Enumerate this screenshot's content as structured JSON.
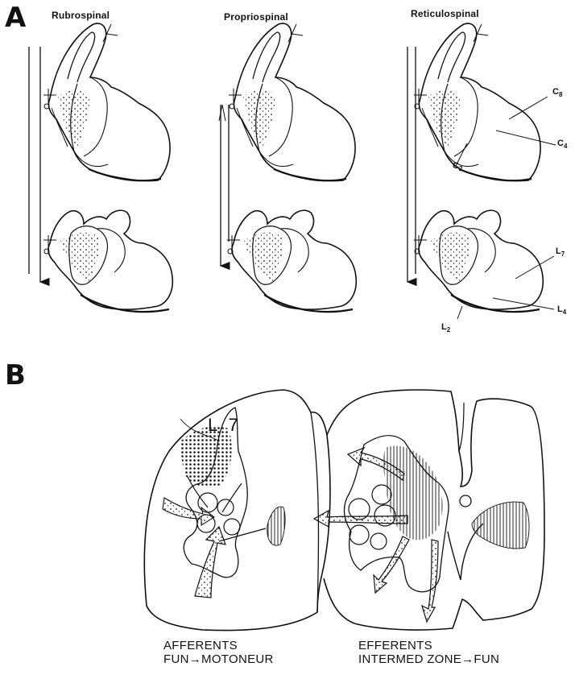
{
  "panel_a": {
    "letter": "A",
    "columns": [
      "Rubrospinal",
      "Propriospinal",
      "Reticulospinal"
    ],
    "segment_labels": {
      "c8": {
        "base": "C",
        "sub": "8"
      },
      "c4": {
        "base": "C",
        "sub": "4"
      },
      "c2": {
        "base": "C",
        "sub": "2"
      },
      "l7": {
        "base": "L",
        "sub": "7"
      },
      "l4": {
        "base": "L",
        "sub": "4"
      },
      "l2": {
        "base": "L",
        "sub": "2"
      }
    }
  },
  "panel_b": {
    "letter": "B",
    "segment": "L 7",
    "left_caption": [
      "AFFERENTS",
      "FUN→MOTONEUR"
    ],
    "right_caption": [
      "EFFERENTS",
      "INTERMED ZONE→FUN"
    ]
  },
  "colors": {
    "ink": "#111111",
    "background": "#ffffff"
  }
}
